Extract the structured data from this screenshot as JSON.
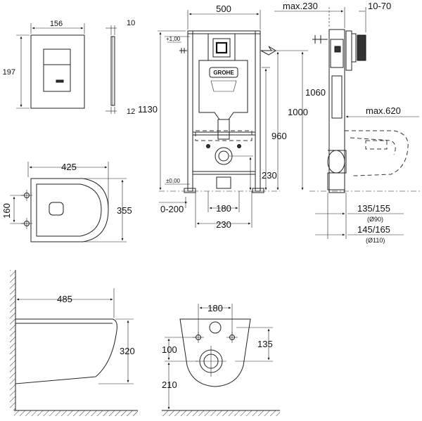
{
  "flush_plate": {
    "width": "156",
    "height": "197",
    "depth_top": "10",
    "depth_bottom": "12"
  },
  "frame": {
    "width": "500",
    "total_height": "1130",
    "offset_top": "+1,00",
    "offset_floor": "±0,00",
    "h_1060": "1060",
    "h_1000": "1000",
    "h_960": "960",
    "h_230": "230",
    "w_180": "180",
    "w_230": "230",
    "range_0_200": "0-200",
    "brand": "GROHE"
  },
  "side_view": {
    "max_230": "max.230",
    "range_10_70": "10-70",
    "max_620": "max.620",
    "d_135_155": "135/155",
    "dia_90": "(Ø90)",
    "d_145_165": "145/165",
    "dia_110": "(Ø110)"
  },
  "bowl_top": {
    "width": "425",
    "depth": "355",
    "hole_spacing": "160"
  },
  "bowl_side": {
    "length": "485",
    "height": "320"
  },
  "bowl_front": {
    "hole_spacing": "180",
    "h_100": "100",
    "h_135": "135",
    "h_210": "210"
  }
}
